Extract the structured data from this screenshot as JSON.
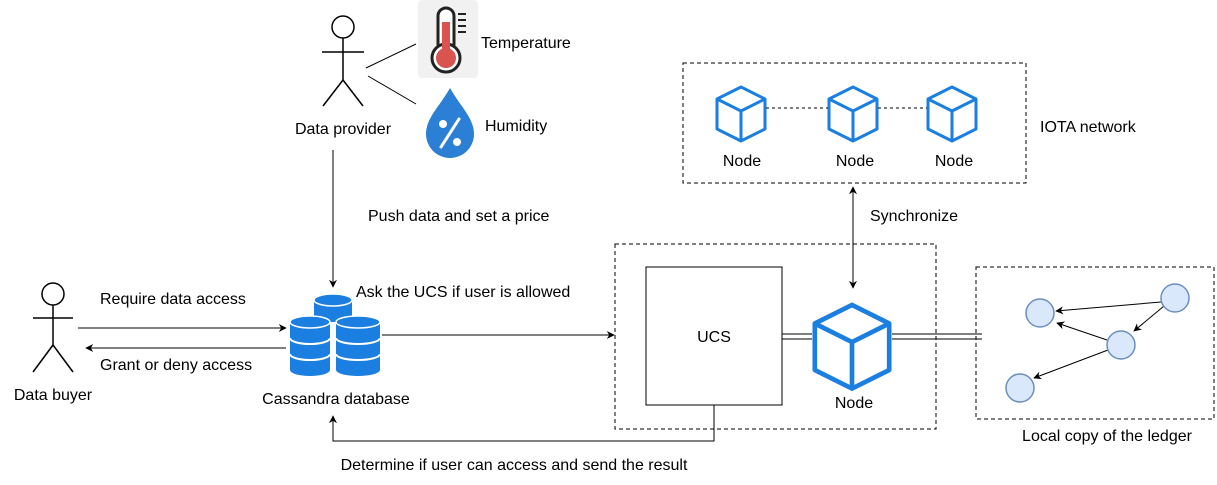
{
  "actors": {
    "provider": "Data provider",
    "buyer": "Data buyer"
  },
  "sensors": {
    "temperature": "Temperature",
    "humidity": "Humidity"
  },
  "database": {
    "label": "Cassandra database"
  },
  "ucs": {
    "label": "UCS"
  },
  "local_node": {
    "label": "Node"
  },
  "iota": {
    "label": "IOTA network",
    "nodes": [
      "Node",
      "Node",
      "Node"
    ]
  },
  "ledger": {
    "label": "Local copy of the ledger"
  },
  "edges": {
    "push": "Push data and set a price",
    "require": "Require data access",
    "grant": "Grant or deny access",
    "ask": "Ask the UCS if user is allowed",
    "determine": "Determine if user can access and send the result",
    "synchronize": "Synchronize"
  },
  "colors": {
    "node_blue": "#1a7fe0",
    "db_blue": "#1a7fe0",
    "ledger_fill": "#dae8fc",
    "ledger_stroke": "#6c8ebf",
    "thermo_red": "#d9534f",
    "drop_blue": "#2b7fd4"
  }
}
